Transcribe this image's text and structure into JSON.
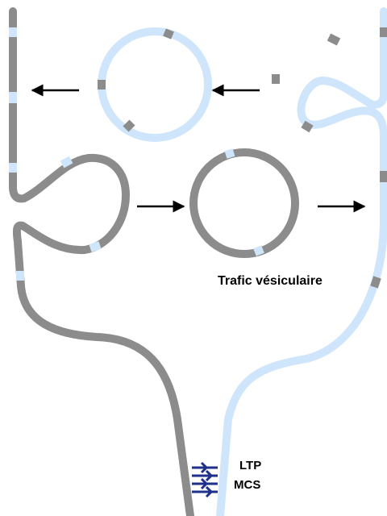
{
  "caption": "Trafic vésiculaire",
  "contact_labels": {
    "ltp": "LTP",
    "mcs": "MCS"
  },
  "colors": {
    "membrane_gray": "#8c8c8c",
    "membrane_blue": "#cfe5fb",
    "arrow": "#000000",
    "tether": "#1f2f8c"
  },
  "arrows": [
    {
      "name": "arrow-vesicle-to-right-membrane",
      "direction": "right"
    },
    {
      "name": "arrow-budding-to-vesicle",
      "direction": "right"
    },
    {
      "name": "arrow-vesicle-to-left-membrane",
      "direction": "left"
    },
    {
      "name": "arrow-right-bud-to-vesicle",
      "direction": "left"
    }
  ]
}
